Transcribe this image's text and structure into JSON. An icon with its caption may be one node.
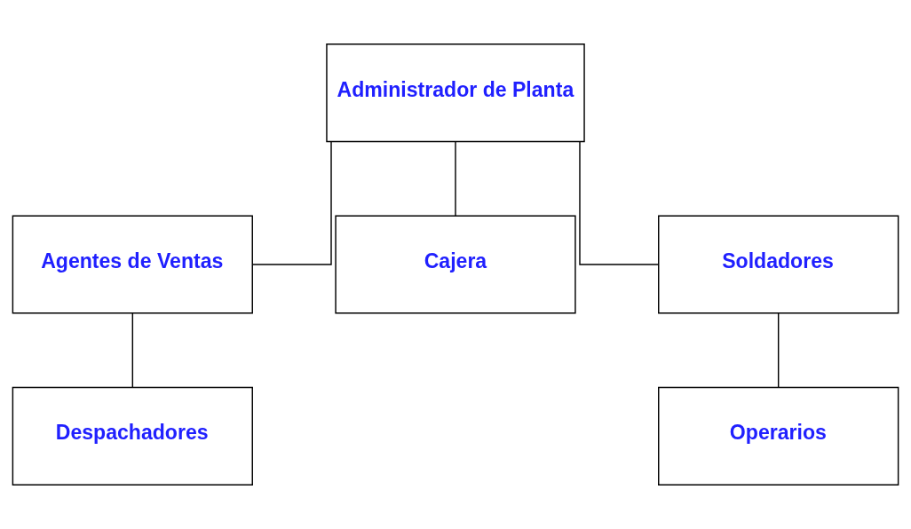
{
  "diagram": {
    "nodes": [
      {
        "text": [
          "Administrador de Planta"
        ]
      },
      {
        "text": [
          "Agentes de Ventas"
        ]
      },
      {
        "text": [
          "Cajera"
        ]
      },
      {
        "text": [
          "Soldadores"
        ]
      },
      {
        "text": [
          "Despachadores"
        ]
      },
      {
        "text": [
          "Operarios"
        ]
      }
    ],
    "edges": [
      {
        "from": 0,
        "to": 1,
        "arrow": "none"
      },
      {
        "from": 0,
        "to": 2,
        "arrow": "none"
      },
      {
        "from": 0,
        "to": 3,
        "arrow": "none"
      },
      {
        "from": 1,
        "to": 4,
        "arrow": "none"
      },
      {
        "from": 3,
        "to": 5,
        "arrow": "none"
      }
    ]
  }
}
